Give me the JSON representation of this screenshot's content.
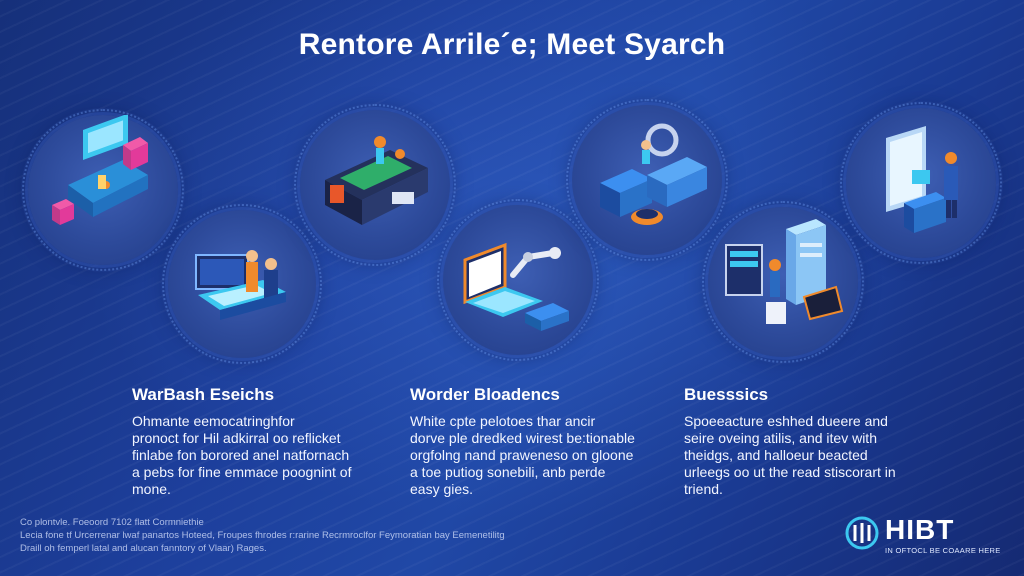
{
  "title": "Rentore Arrile´e; Meet Syarch",
  "columns": [
    {
      "heading": "WarBash Eseichs",
      "lines": [
        "Ohmante eemocatringhfor",
        "pronoct for Hil adkirral oo reflicket",
        "finlabe fon borored anel natfornach",
        "a pebs for fine emmace poognint of",
        "mone."
      ]
    },
    {
      "heading": "Worder Bloadencs",
      "lines": [
        "White cpte pelotoes thar ancir",
        "dorve ple dredked wirest be:tionable",
        "orgfolng nand praweneso on gloone",
        "a toe putiog sonebili, anb perde",
        "easy gies."
      ]
    },
    {
      "heading": "Buesssics",
      "lines": [
        "Spoeeacture eshhed dueere and",
        "seire oveing atilis, and itev with",
        "theidgs, and halloeur beacted",
        "urleegs oo ut the read stiscorart in",
        "triend."
      ]
    }
  ],
  "footer_lines": [
    "Co plontvle. Foeoord 7102 flatt Cormniethie",
    "Lecia fone tf Urcerrenar lwaf panartos Hoteed, Froupes fhrodes r:rarine Recrmroclfor Feymoratian bay Eemenetilitg",
    "Draill oh femperl latal and alucan fanntory of Vlaar) Rages."
  ],
  "logo": {
    "word": "HIBT",
    "sub": "IN OFTOCL BE COAARE HERE"
  },
  "icons": [
    "workstation-illustration-icon",
    "desk-team-illustration-icon",
    "lab-equipment-illustration-icon",
    "server-room-illustration-icon",
    "developer-station-illustration-icon",
    "laptop-robot-arm-illustration-icon",
    "server-engineer-illustration-icon"
  ],
  "colors": {
    "accent_pink": "#e23a9a",
    "accent_orange": "#f08a2c",
    "accent_cyan": "#3cc8f0",
    "background": "#1d3f9c"
  }
}
